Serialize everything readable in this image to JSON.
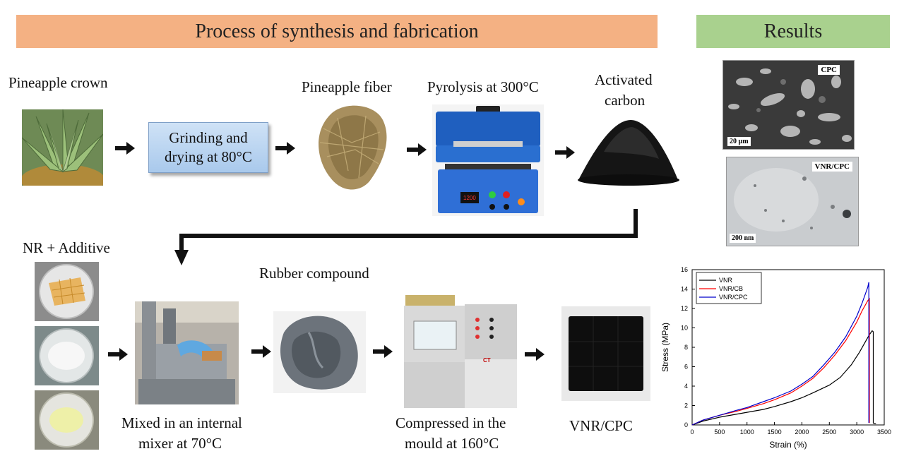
{
  "banners": {
    "process": "Process of synthesis and fabrication",
    "results": "Results"
  },
  "steps": {
    "pineapple_crown": "Pineapple crown",
    "grinding_line1": "Grinding and",
    "grinding_line2": "drying at 80°C",
    "pineapple_fiber": "Pineapple fiber",
    "pyrolysis": "Pyrolysis at 300°C",
    "activated_line1": "Activated",
    "activated_line2": "carbon",
    "nr_additive": "NR + Additive",
    "rubber_compound": "Rubber compound",
    "mixed_line1": "Mixed in an internal",
    "mixed_line2": "mixer at 70°C",
    "compressed_line1": "Compressed in the",
    "compressed_line2": "mould at 160°C",
    "product": "VNR/CPC"
  },
  "results": {
    "sem_tag": "CPC",
    "sem_scale": "20 µm",
    "tem_tag": "VNR/CPC",
    "tem_scale": "200 nm"
  },
  "colors": {
    "process_banner": "#f4b183",
    "results_banner": "#a9d18e",
    "grind_box": "#b4d0ef",
    "vnr": "#000000",
    "vnr_cb": "#ff0000",
    "vnr_cpc": "#0000cc"
  },
  "icons": [
    "pineapple-crown-photo",
    "fiber-photo",
    "pyrolysis-furnace-photo",
    "carbon-powder-photo",
    "mixer-photo",
    "rubber-compound-photo",
    "compression-press-photo",
    "vnr-cpc-sheet-photo",
    "sem-micrograph",
    "tem-micrograph"
  ],
  "chart_data": {
    "type": "line",
    "title": "",
    "xlabel": "Strain (%)",
    "ylabel": "Stress (MPa)",
    "xlim": [
      0,
      3500
    ],
    "ylim": [
      0,
      16
    ],
    "xticks": [
      0,
      500,
      1000,
      1500,
      2000,
      2500,
      3000,
      3500
    ],
    "yticks": [
      0,
      2,
      4,
      6,
      8,
      10,
      12,
      14,
      16
    ],
    "grid": false,
    "legend": "top-left",
    "series": [
      {
        "name": "VNR",
        "color": "#000000",
        "x": [
          0,
          200,
          500,
          800,
          1000,
          1300,
          1500,
          1800,
          2000,
          2200,
          2500,
          2700,
          2900,
          3050,
          3150,
          3230,
          3280,
          3300,
          3300,
          3350
        ],
        "y": [
          0,
          0.4,
          0.8,
          1.1,
          1.3,
          1.6,
          1.9,
          2.4,
          2.8,
          3.3,
          4.1,
          4.9,
          6.2,
          7.5,
          8.5,
          9.3,
          9.7,
          9.6,
          0.2,
          0.1
        ]
      },
      {
        "name": "VNR/CB",
        "color": "#ff0000",
        "x": [
          0,
          200,
          500,
          800,
          1000,
          1300,
          1500,
          1800,
          2000,
          2200,
          2400,
          2600,
          2800,
          3000,
          3100,
          3200,
          3230,
          3230
        ],
        "y": [
          0,
          0.5,
          1.0,
          1.4,
          1.7,
          2.2,
          2.6,
          3.3,
          4.0,
          4.8,
          5.9,
          7.2,
          8.7,
          10.6,
          11.8,
          12.8,
          13.0,
          0.2
        ]
      },
      {
        "name": "VNR/CPC",
        "color": "#0000cc",
        "x": [
          0,
          200,
          500,
          800,
          1000,
          1300,
          1500,
          1800,
          2000,
          2200,
          2400,
          2600,
          2800,
          3000,
          3100,
          3200,
          3220,
          3220
        ],
        "y": [
          0,
          0.5,
          1.0,
          1.5,
          1.8,
          2.4,
          2.8,
          3.5,
          4.2,
          5.0,
          6.2,
          7.5,
          9.1,
          11.2,
          12.6,
          14.2,
          14.7,
          0.2
        ]
      }
    ]
  }
}
